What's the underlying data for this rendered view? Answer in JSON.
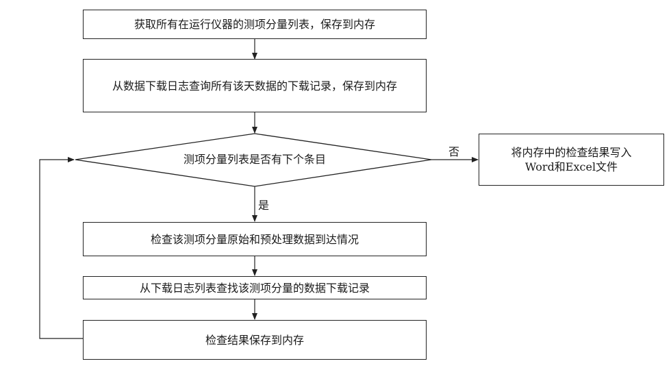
{
  "steps": {
    "get_list": "获取所有在运行仪器的测项分量列表，保存到内存",
    "query_log": "从数据下载日志查询所有该天数据的下载记录，保存到内存",
    "check_arrival": "检查该测项分量原始和预处理数据到达情况",
    "find_record": "从下载日志列表查找该测项分量的数据下载记录",
    "save_result": "检查结果保存到内存",
    "write_files": "将内存中的检查结果写入Word和Excel文件"
  },
  "decision": {
    "question": "测项分量列表是否有下个条目",
    "yes_label": "是",
    "no_label": "否"
  }
}
